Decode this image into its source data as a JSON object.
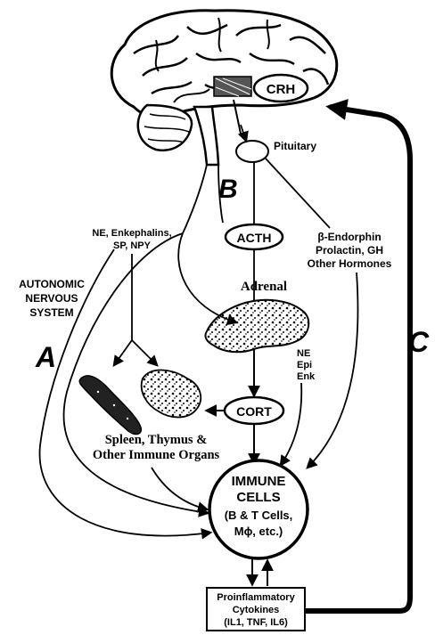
{
  "labels": {
    "crh": "CRH",
    "pituitary": "Pituitary",
    "panel_b": "B",
    "ne_enk_1": "NE, Enkephalins,",
    "ne_enk_2": "SP, NPY",
    "acth": "ACTH",
    "endorphin_1": "β-Endorphin",
    "endorphin_2": "Prolactin, GH",
    "endorphin_3": "Other Hormones",
    "ans_1": "AUTONOMIC",
    "ans_2": "NERVOUS",
    "ans_3": "SYSTEM",
    "adrenal": "Adrenal",
    "panel_a": "A",
    "panel_c": "C",
    "ne": "NE",
    "epi": "Epi",
    "enk": "Enk",
    "cort": "CORT",
    "spleen_1": "Spleen, Thymus &",
    "spleen_2": "Other Immune Organs",
    "immune_1": "IMMUNE",
    "immune_2": "CELLS",
    "immune_3": "(B & T Cells,",
    "immune_4": "Mϕ, etc.)",
    "cyto_1": "Proinflammatory",
    "cyto_2": "Cytokines",
    "cyto_3": "(IL1, TNF, IL6)"
  }
}
